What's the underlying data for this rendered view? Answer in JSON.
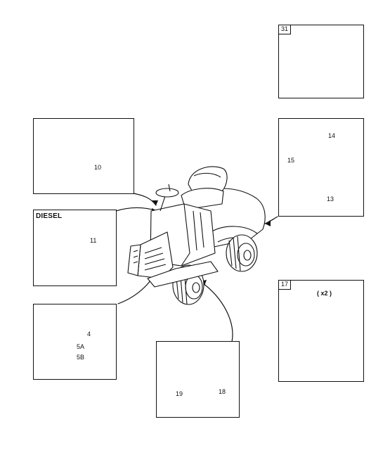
{
  "panels": {
    "manuals": {
      "tag": "31"
    },
    "key": {
      "callout": "10"
    },
    "diesel_key": {
      "title": "DIESEL",
      "callout": "11"
    },
    "hardware": {
      "callouts": [
        "4",
        "5A",
        "5B"
      ]
    },
    "bracket": {
      "callouts": [
        "14",
        "15",
        "13"
      ]
    },
    "battery": {
      "tag": "17",
      "qty": "( x2 )"
    },
    "pedal": {
      "callouts": [
        "19",
        "18"
      ]
    }
  }
}
